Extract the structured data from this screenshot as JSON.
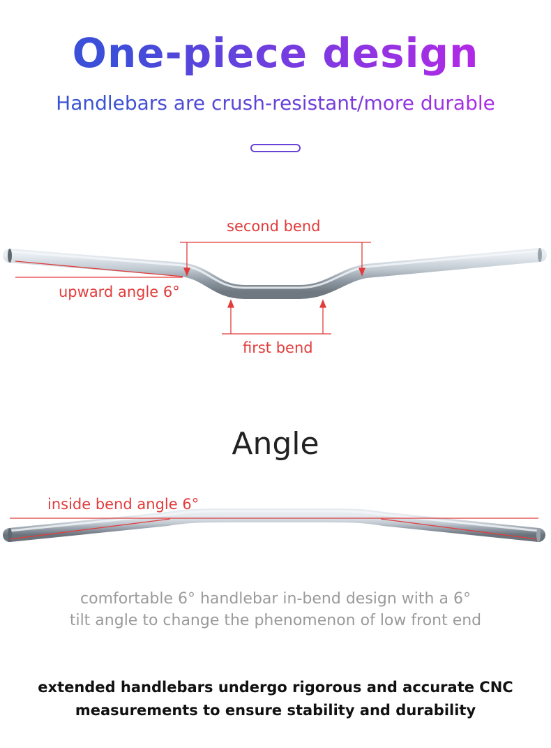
{
  "header": {
    "title": "One-piece design",
    "subtitle": "Handlebars are crush-resistant/more durable"
  },
  "figure1": {
    "labels": {
      "second_bend": "second bend",
      "upward_angle": "upward angle 6°",
      "first_bend": "first bend"
    }
  },
  "angle_section": {
    "heading": "Angle",
    "inside_bend_label": "inside bend angle 6°"
  },
  "description": {
    "line1": "comfortable 6° handlebar in-bend design with a 6°",
    "line2": "tilt angle to change the phenomenon of low front end"
  },
  "footer": {
    "line1": "extended handlebars undergo rigorous and accurate CNC",
    "line2": "measurements to ensure stability and durability"
  },
  "colors": {
    "title_gradient_start": "#3b4fd8",
    "title_gradient_end": "#b02ae6",
    "annotation_red": "#e23b3b",
    "bar_silver": "#b8c2cc"
  }
}
